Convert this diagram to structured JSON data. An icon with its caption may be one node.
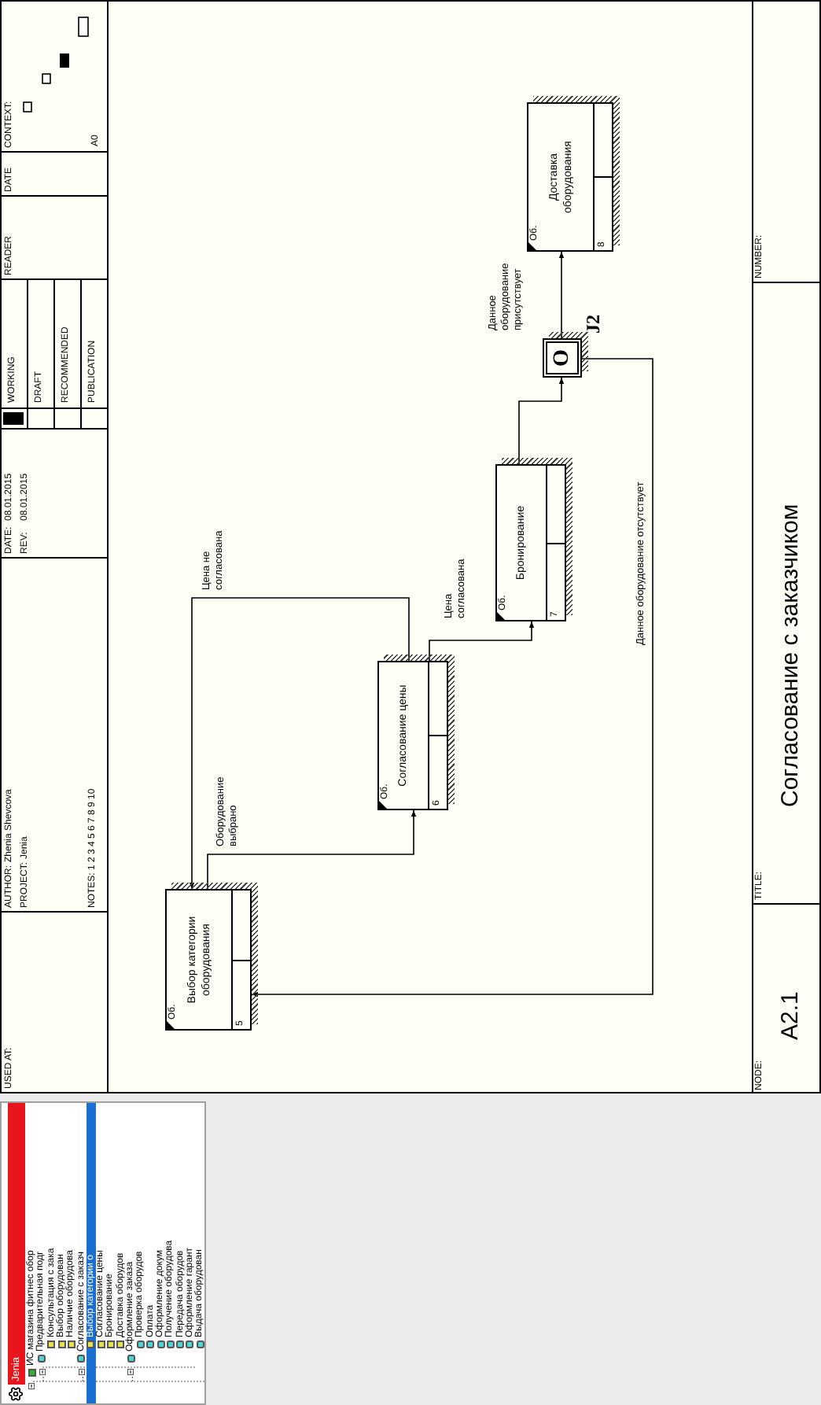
{
  "diagram": {
    "title": "Согласование с заказчиком",
    "nodes": [
      {
        "text": [
          "Об.",
          "Выбор категории оборудования",
          "5"
        ]
      },
      {
        "text": [
          "Об.",
          "Согласование цены",
          "6"
        ]
      },
      {
        "text": [
          "Об.",
          "Бронирование",
          "7"
        ]
      },
      {
        "text": [
          "O"
        ],
        "beside": [
          "J2"
        ]
      },
      {
        "text": [
          "Об.",
          "Доставка оборудования",
          "8"
        ]
      }
    ],
    "edges": [
      {
        "from": 0,
        "to": 1,
        "arrow": "to",
        "label": "Оборудование выбрано"
      },
      {
        "from": 1,
        "to": 0,
        "arrow": "to",
        "label": "Цена не согласована"
      },
      {
        "from": 1,
        "to": 2,
        "arrow": "to",
        "label": "Цена согласована"
      },
      {
        "from": 2,
        "to": 3,
        "arrow": "to"
      },
      {
        "from": 3,
        "to": 4,
        "arrow": "to",
        "label": "Данное оборудование присутствует"
      },
      {
        "from": 3,
        "to": 0,
        "arrow": "to",
        "label": "Данное оборудование отсутствует"
      }
    ],
    "labels": [
      "USED AT:",
      "AUTHOR:",
      "Zhenia Shevcova",
      "PROJECT:",
      "Jenia",
      "NOTES:",
      "1 2 3 4 5 6 7 8 9 10",
      "DATE:",
      "08.01.2015",
      "REV:",
      "08.01.2015",
      "WORKING",
      "DRAFT",
      "RECOMMENDED",
      "PUBLICATION",
      "READER",
      "DATE",
      "CONTEXT:",
      "A0",
      "NODE:",
      "A2.1",
      "TITLE:",
      "NUMBER:",
      "Jenia",
      "ИС магазина фитнес обор",
      "Предварительная подг",
      "Консультация с зака",
      "Выбор оборудован",
      "Наличие оборудова",
      "Согласование с заказч",
      "Выбор категории о",
      "Согласование цены",
      "Бронирование",
      "Доставка оборудов",
      "Оформление заказа",
      "Проверка оборудов",
      "Оплата",
      "Оформление докум",
      "Получение оборудова",
      "Передача оборудов",
      "Оформление гарант",
      "Выдача оборудован"
    ]
  }
}
